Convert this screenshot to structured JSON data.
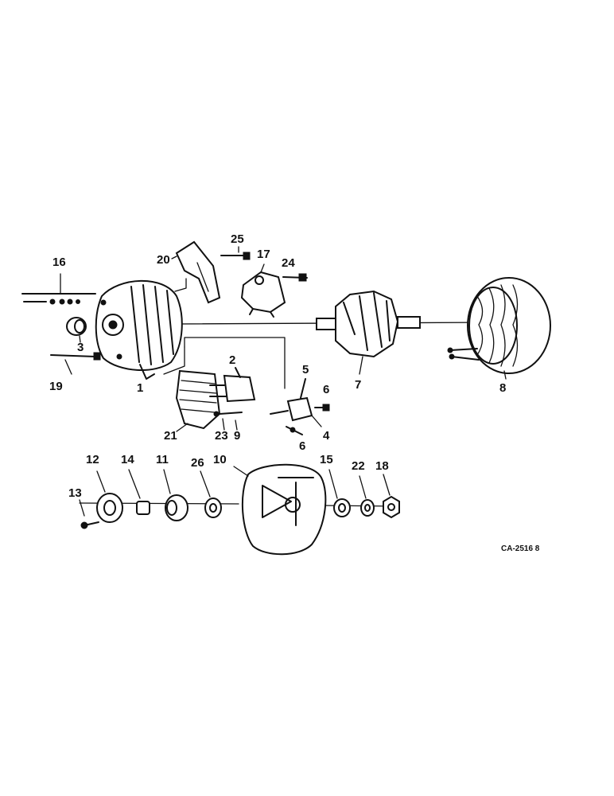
{
  "diagram": {
    "drawing_code": "CA-2516 8",
    "callouts": {
      "c1": "1",
      "c2": "2",
      "c3": "3",
      "c4": "4",
      "c5": "5",
      "c6a": "6",
      "c6b": "6",
      "c7": "7",
      "c8": "8",
      "c9": "9",
      "c10": "10",
      "c11": "11",
      "c12": "12",
      "c13": "13",
      "c14": "14",
      "c15": "15",
      "c16": "16",
      "c17": "17",
      "c18": "18",
      "c19": "19",
      "c20": "20",
      "c21": "21",
      "c22": "22",
      "c23": "23",
      "c24": "24",
      "c25": "25",
      "c26": "26"
    }
  }
}
